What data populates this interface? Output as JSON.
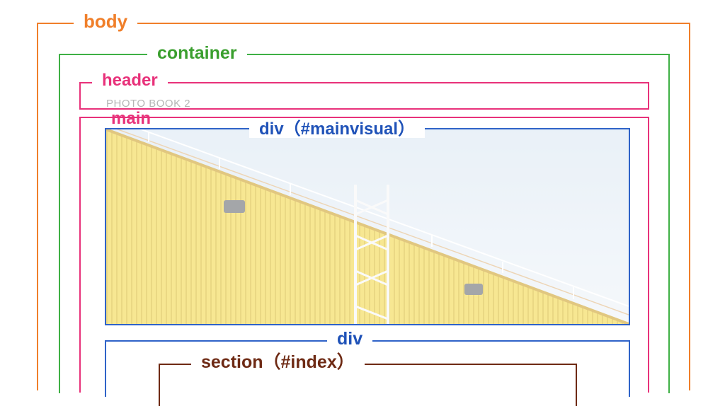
{
  "labels": {
    "body": "body",
    "container": "container",
    "header": "header",
    "main": "main",
    "mainvisual": "div（#mainvisual）",
    "div": "div",
    "section": "section（#index）"
  },
  "header_text": "PHOTO BOOK 2",
  "colors": {
    "body": "#f07f2a",
    "container": "#3fb045",
    "header": "#e8317a",
    "main": "#e8317a",
    "div": "#2f63c8",
    "section": "#6e2a14"
  },
  "image": {
    "subject": "yellow-corrugated-building-wall-with-ladder",
    "icon": "photo-icon"
  }
}
